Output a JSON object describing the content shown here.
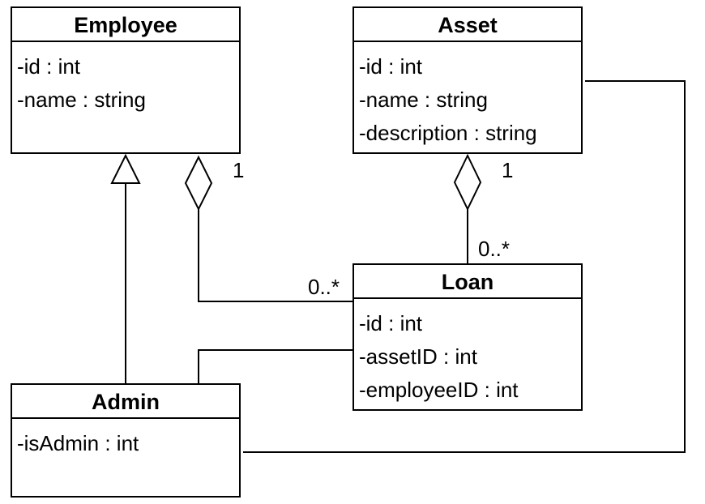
{
  "classes": {
    "employee": {
      "name": "Employee",
      "attributes": [
        "-id : int",
        "-name : string"
      ]
    },
    "asset": {
      "name": "Asset",
      "attributes": [
        "-id : int",
        "-name : string",
        "-description : string"
      ]
    },
    "loan": {
      "name": "Loan",
      "attributes": [
        "-id : int",
        "-assetID : int",
        "-employeeID : int"
      ]
    },
    "admin": {
      "name": "Admin",
      "attributes": [
        "-isAdmin : int"
      ]
    }
  },
  "relationships": {
    "employee_loan": {
      "type": "aggregation",
      "whole": "Employee",
      "part": "Loan",
      "whole_multiplicity": "1",
      "part_multiplicity": "0..*"
    },
    "asset_loan": {
      "type": "aggregation",
      "whole": "Asset",
      "part": "Loan",
      "whole_multiplicity": "1",
      "part_multiplicity": "0..*"
    },
    "admin_employee": {
      "type": "generalization",
      "child": "Admin",
      "parent": "Employee"
    },
    "admin_loan": {
      "type": "association"
    },
    "admin_asset": {
      "type": "association"
    }
  }
}
